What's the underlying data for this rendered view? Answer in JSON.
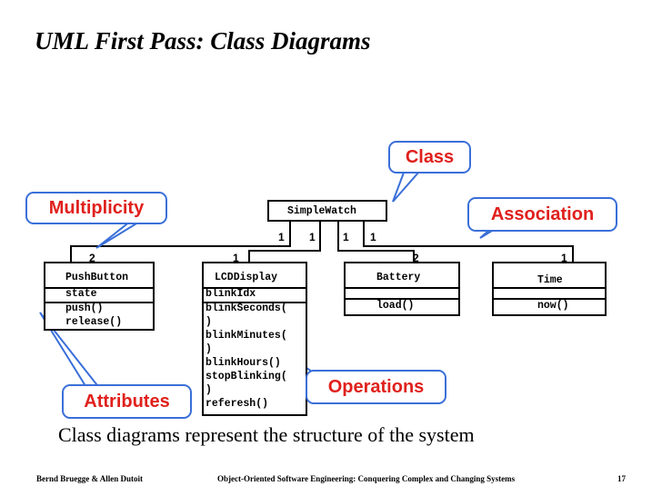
{
  "title": "UML First Pass: Class Diagrams",
  "callouts": {
    "class": "Class",
    "multiplicity": "Multiplicity",
    "association": "Association",
    "operations": "Operations",
    "attributes": "Attributes"
  },
  "classes": {
    "simplewatch": {
      "name": "SimpleWatch"
    },
    "pushbutton": {
      "name": "PushButton",
      "attributes": [
        "state"
      ],
      "operations": [
        "push()",
        "release()"
      ]
    },
    "lcddisplay": {
      "name": "LCDDisplay",
      "attributes": [
        "blinkIdx"
      ],
      "operations": [
        "blinkSeconds(",
        ")",
        "blinkMinutes(",
        ")",
        "blinkHours()",
        "stopBlinking(",
        ")",
        "referesh()"
      ]
    },
    "battery": {
      "name": "Battery",
      "operations": [
        "load()"
      ]
    },
    "time": {
      "name": "Time",
      "operations": [
        "now()"
      ]
    }
  },
  "multiplicities": {
    "watch_side": [
      "1",
      "1",
      "1",
      "1"
    ],
    "pushbutton": "2",
    "lcddisplay": "1",
    "battery": "2",
    "time": "1"
  },
  "caption": "Class diagrams represent the structure of the system",
  "footer": {
    "left": "Bernd Bruegge & Allen Dutoit",
    "center": "Object-Oriented Software Engineering: Conquering Complex and Changing Systems",
    "page": "17"
  },
  "colors": {
    "callout_text": "#e0201c",
    "callout_border": "#3a6fd8",
    "line": "#000000"
  }
}
